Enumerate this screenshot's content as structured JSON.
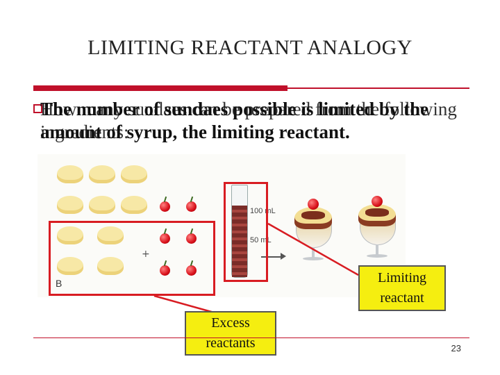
{
  "slide": {
    "title": "LIMITING REACTANT ANALOGY",
    "page_number": "23"
  },
  "overlapping_text": {
    "layer_1": "The number of sundaes possible is limited by the amount of syrup, the limiting reactant.",
    "layer_2": "How many sundaes can be prepared from the following ingredients:"
  },
  "illustration": {
    "figure_letter": "B",
    "cylinder_label_top": "100 mL",
    "cylinder_label_bottom": "50 mL",
    "plus_sign": "+"
  },
  "callouts": {
    "limiting": "Limiting reactant",
    "excess": "Excess reactants"
  },
  "colors": {
    "accent_red": "#c0102a",
    "callout_yellow": "#f5ee10",
    "box_red": "#d81c22"
  }
}
